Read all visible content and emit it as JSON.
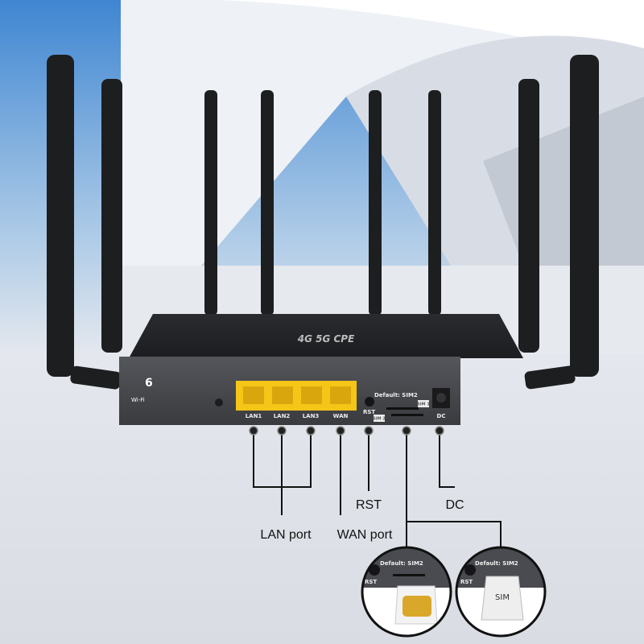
{
  "router": {
    "brand_logo": "4G 5G CPE",
    "wifi_badge": {
      "number": "6",
      "text": "Wi-Fi"
    },
    "ports": [
      "LAN1",
      "LAN2",
      "LAN3",
      "WAN"
    ],
    "rst_label": "RST",
    "sim_default_label": "Default:  SIM2",
    "sim_slot_1": "SIM 1",
    "sim_slot_2": "SIM 2",
    "dc_label": "DC"
  },
  "callouts": {
    "lan": "LAN port",
    "wan": "WAN port",
    "rst": "RST",
    "dc": "DC"
  },
  "sim_insets": {
    "default_label": "Default:  SIM2",
    "rst_label": "RST",
    "card_label": "SIM"
  },
  "colors": {
    "port_yellow": "#f5c518",
    "body": "#3b3c40",
    "sky": "#4f8fd0"
  }
}
